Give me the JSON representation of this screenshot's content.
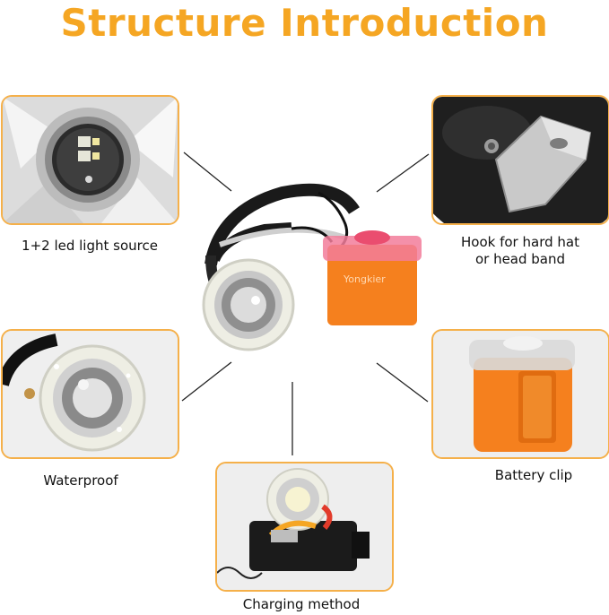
{
  "title": "Structure Introduction",
  "captions": {
    "led_source": "1+2 led light source",
    "hook": "Hook for hard hat",
    "hook_line2": "or head band",
    "waterproof": "Waterproof",
    "battery_clip": "Battery clip",
    "charging": "Charging method"
  },
  "product_label": "Yongkier",
  "colors": {
    "accent": "#f5a623",
    "panel_border": "#f5b04a",
    "battery_orange": "#f5801e",
    "lamp_white": "#eeeee4"
  }
}
